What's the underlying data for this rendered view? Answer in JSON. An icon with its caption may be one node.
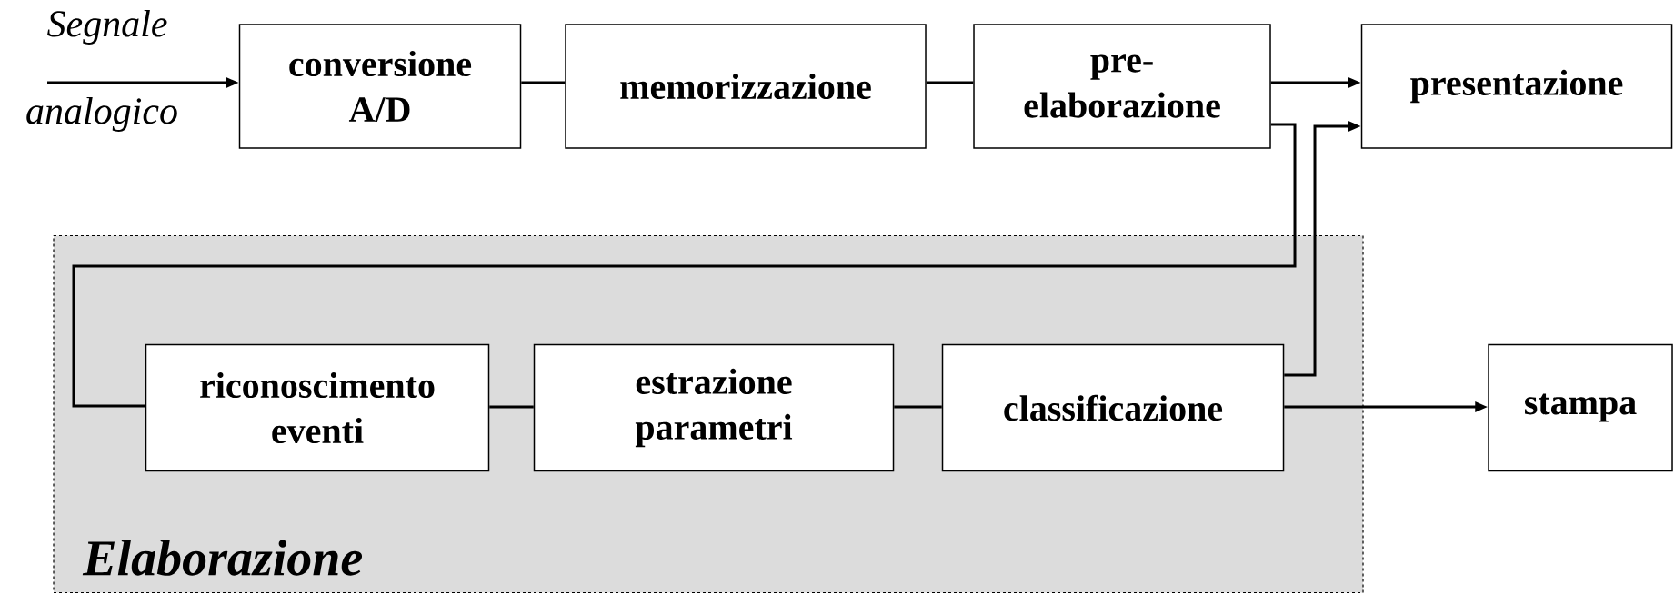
{
  "diagram": {
    "nodes": [
      {
        "text": [
          "conversione A/D"
        ]
      },
      {
        "text": [
          "memorizzazione"
        ]
      },
      {
        "text": [
          "pre-elaborazione"
        ]
      },
      {
        "text": [
          "presentazione"
        ]
      },
      {
        "text": [
          "Elaborazione"
        ]
      },
      {
        "text": [
          "riconoscimento eventi"
        ],
        "in": 4
      },
      {
        "text": [
          "estrazione parametri"
        ],
        "in": 4
      },
      {
        "text": [
          "classificazione"
        ],
        "in": 4
      },
      {
        "text": [
          "stampa"
        ]
      }
    ],
    "edges": [
      {
        "from": null,
        "to": 0,
        "arrow": "to"
      },
      {
        "from": 0,
        "to": 1,
        "arrow": "none"
      },
      {
        "from": 1,
        "to": 2,
        "arrow": "none"
      },
      {
        "from": 2,
        "to": 3,
        "arrow": "to"
      },
      {
        "from": 2,
        "to": 5,
        "arrow": "none"
      },
      {
        "from": 5,
        "to": 6,
        "arrow": "none"
      },
      {
        "from": 6,
        "to": 7,
        "arrow": "none"
      },
      {
        "from": 7,
        "to": 3,
        "arrow": "to"
      },
      {
        "from": 7,
        "to": 8,
        "arrow": "to"
      }
    ],
    "labels": [
      "Segnale",
      "analogico"
    ]
  }
}
